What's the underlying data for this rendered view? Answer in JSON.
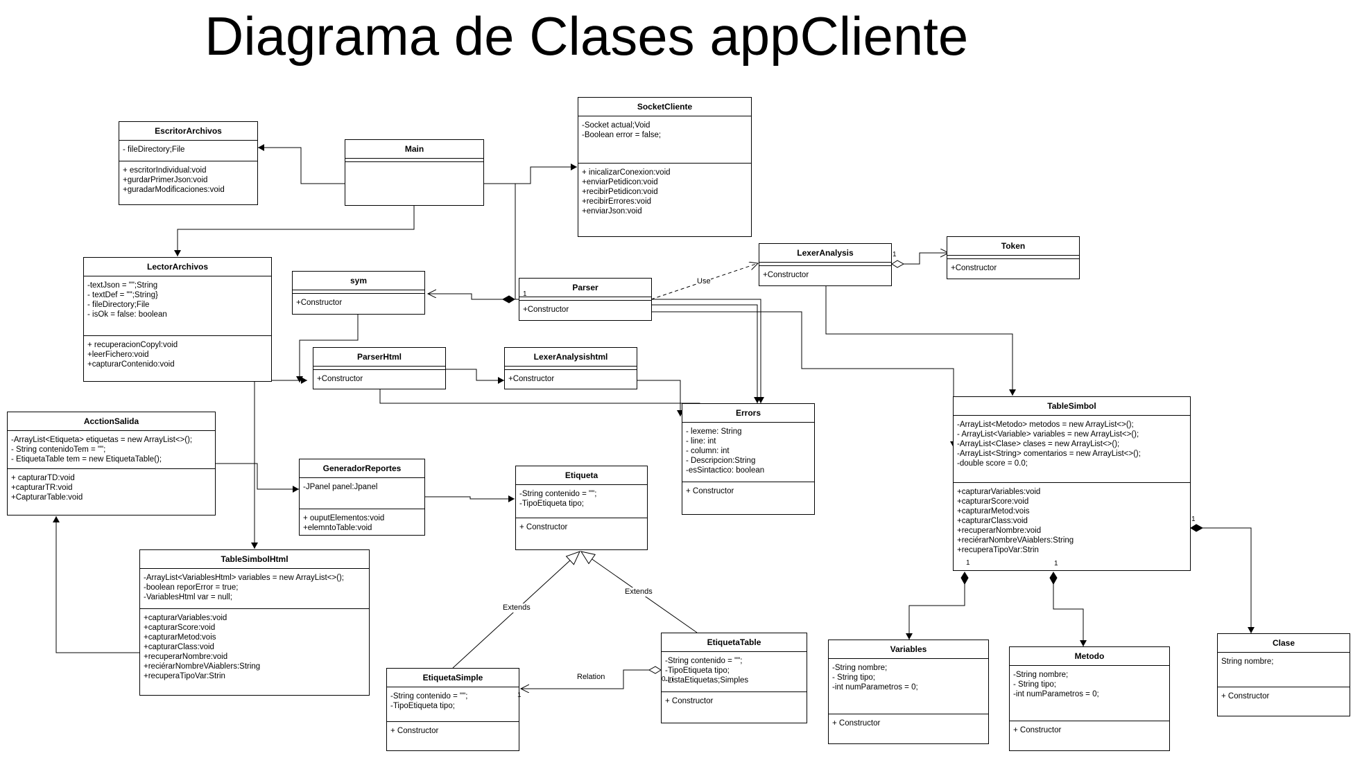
{
  "title": "Diagrama de Clases appCliente",
  "classes": {
    "escritor": {
      "name": "EscritorArchivos",
      "attrs": [
        "- fileDirectory;File"
      ],
      "methods": [
        "+ escritorIndividual:void",
        "+gurdarPrimerJson:void",
        "+guradarModificaciones:void"
      ]
    },
    "main": {
      "name": "Main",
      "attrs": [],
      "methods": []
    },
    "socket": {
      "name": "SocketCliente",
      "attrs": [
        "-Socket actual;Void",
        "-Boolean error = false;"
      ],
      "methods": [
        "+ inicalizarConexion:void",
        "+enviarPetidicon:void",
        "+recibirPetidicon:void",
        "+recibirErrores:void",
        "+enviarJson:void"
      ]
    },
    "lector": {
      "name": "LectorArchivos",
      "attrs": [
        "-textJson = \"\";String",
        "- textDef = \"\";String}",
        "- fileDirectory;File",
        "- isOk = false: boolean"
      ],
      "methods": [
        "+ recuperacionCopyl:void",
        "+leerFichero:void",
        "+capturarContenido:void"
      ]
    },
    "sym": {
      "name": "sym",
      "attrs": [],
      "methods": [
        "+Constructor"
      ]
    },
    "parser": {
      "name": "Parser",
      "attrs": [],
      "methods": [
        "+Constructor"
      ]
    },
    "lexer": {
      "name": "LexerAnalysis",
      "attrs": [],
      "methods": [
        "+Constructor"
      ]
    },
    "token": {
      "name": "Token",
      "attrs": [],
      "methods": [
        "+Constructor"
      ]
    },
    "parserHtml": {
      "name": "ParserHtml",
      "attrs": [],
      "methods": [
        "+Constructor"
      ]
    },
    "lexerHtml": {
      "name": "LexerAnalysishtml",
      "attrs": [],
      "methods": [
        "+Constructor"
      ]
    },
    "errors": {
      "name": "Errors",
      "attrs": [
        "- lexeme: String",
        "- line: int",
        "- column: int",
        "- Descripcion:String",
        "-esSintactico: boolean"
      ],
      "methods": [
        "+ Constructor"
      ]
    },
    "tableSimbol": {
      "name": "TableSimbol",
      "attrs": [
        "-ArrayList<Metodo> metodos = new ArrayList<>();",
        "- ArrayList<Variable> variables = new ArrayList<>();",
        "-ArrayList<Clase> clases = new ArrayList<>();",
        "-ArrayList<String> comentarios = new ArrayList<>();",
        "-double score = 0.0;"
      ],
      "methods": [
        "+capturarVariables:void",
        "+capturarScore:void",
        "+capturarMetod:vois",
        "+capturarClass:void",
        "+recuperarNombre:void",
        "+reciérarNombreVAiablers:String",
        "+recuperaTipoVar:Strin"
      ]
    },
    "acction": {
      "name": "AcctionSalida",
      "attrs": [
        "-ArrayList<Etiqueta> etiquetas = new ArrayList<>();",
        "- String contenidoTem = \"\";",
        "- EtiquetaTable tem = new EtiquetaTable();"
      ],
      "methods": [
        "+ capturarTD:void",
        "+capturarTR:void",
        "+CapturarTable:void"
      ]
    },
    "generador": {
      "name": "GeneradorReportes",
      "attrs": [
        "-JPanel panel:Jpanel"
      ],
      "methods": [
        "+ ouputElementos:void",
        "+elemntoTable:void"
      ]
    },
    "etiqueta": {
      "name": "Etiqueta",
      "attrs": [
        "-String contenido = \"\";",
        "-TipoEtiqueta tipo;"
      ],
      "methods": [
        "+ Constructor"
      ]
    },
    "tableHtml": {
      "name": "TableSimbolHtml",
      "attrs": [
        "-ArrayList<VariablesHtml> variables = new ArrayList<>();",
        "-boolean reporError = true;",
        "-VariablesHtml var = null;"
      ],
      "methods": [
        "+capturarVariables:void",
        "+capturarScore:void",
        "+capturarMetod:vois",
        "+capturarClass:void",
        "+recuperarNombre:void",
        "+reciérarNombreVAiablers:String",
        "+recuperaTipoVar:Strin"
      ]
    },
    "etiquetaTable": {
      "name": "EtiquetaTable",
      "attrs": [
        "-String contenido = \"\";",
        "-TipoEtiqueta tipo;",
        "-ListaEtiquetas;Simples"
      ],
      "methods": [
        "+ Constructor"
      ]
    },
    "etiquetaSimple": {
      "name": "EtiquetaSimple",
      "attrs": [
        "-String contenido = \"\";",
        "-TipoEtiqueta tipo;"
      ],
      "methods": [
        "+ Constructor"
      ]
    },
    "variables": {
      "name": "Variables",
      "attrs": [
        "-String nombre;",
        "- String tipo;",
        "-int numParametros = 0;"
      ],
      "methods": [
        "+ Constructor"
      ]
    },
    "metodo": {
      "name": "Metodo",
      "attrs": [
        "-String nombre;",
        "- String tipo;",
        "-int numParametros = 0;"
      ],
      "methods": [
        "+ Constructor"
      ]
    },
    "clase": {
      "name": "Clase",
      "attrs": [
        "String nombre;"
      ],
      "methods": [
        "+ Constructor"
      ]
    }
  },
  "labels": {
    "use": "Use",
    "extends_left": "Extends",
    "extends_right": "Extends",
    "relation": "Relation"
  },
  "multiplicities": {
    "parser_sym": "1",
    "lexer_token": "1",
    "table_clase": "1",
    "table_variables": "1",
    "table_metodo": "1",
    "relation_source": "0..n",
    "relation_target": "1"
  }
}
